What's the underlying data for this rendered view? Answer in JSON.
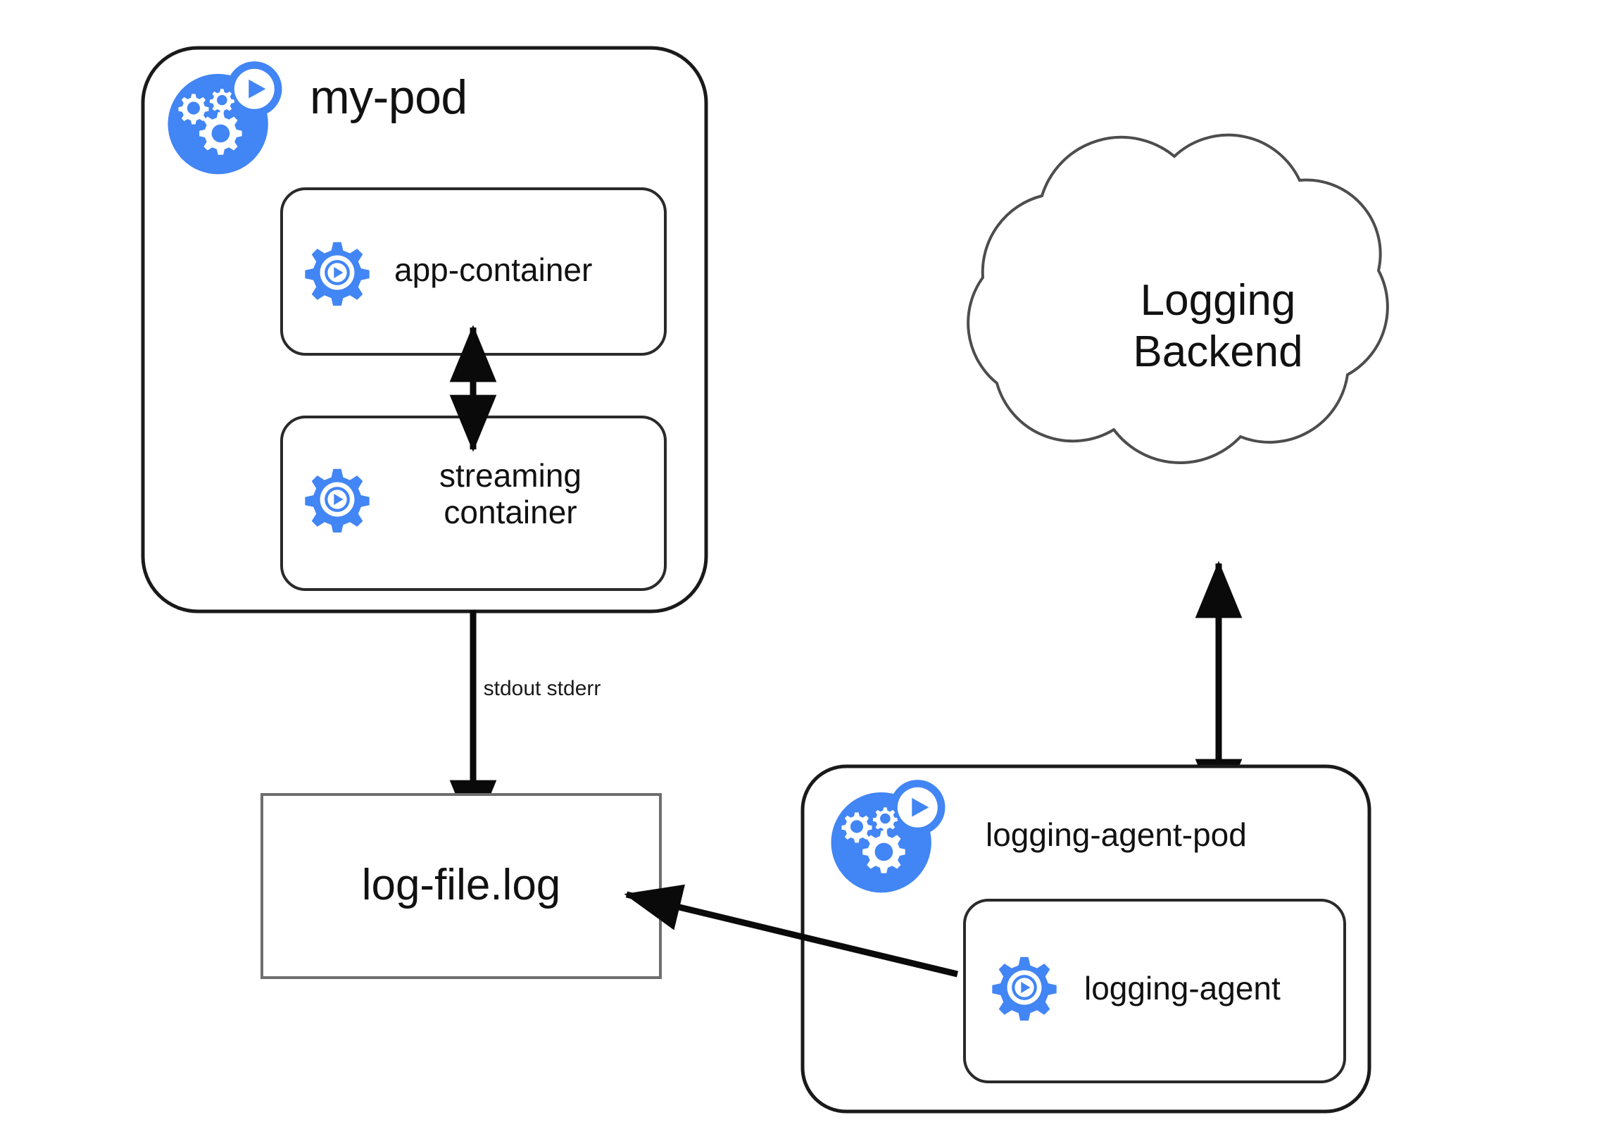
{
  "diagram": {
    "title": "Kubernetes streaming sidecar logging architecture",
    "background_color": "#ffffff",
    "accent_color": "#4285f4",
    "stroke_color": "#1a1a1a",
    "thin_stroke_color": "#6e6e6e"
  },
  "pods": [
    {
      "id": "my-pod",
      "label": "my-pod",
      "icon": "pod-icon",
      "containers": [
        {
          "id": "app-container",
          "label": "app-container",
          "icon": "container-icon"
        },
        {
          "id": "streaming-container",
          "label": "streaming\ncontainer",
          "icon": "container-icon"
        }
      ]
    },
    {
      "id": "logging-agent-pod",
      "label": "logging-agent-pod",
      "icon": "pod-icon",
      "containers": [
        {
          "id": "logging-agent",
          "label": "logging-agent",
          "icon": "container-icon"
        }
      ]
    }
  ],
  "cloud": {
    "id": "logging-backend",
    "label": "Logging\nBackend",
    "shape": "cloud"
  },
  "file_node": {
    "id": "log-file",
    "label": "log-file.log",
    "shape": "rectangle"
  },
  "edges": [
    {
      "id": "app-to-streaming",
      "from": "app-container",
      "to": "streaming-container",
      "arrow": "double",
      "label": ""
    },
    {
      "id": "pod-to-logfile",
      "from": "my-pod",
      "to": "log-file",
      "arrow": "single-down",
      "label": "stdout\nstderr"
    },
    {
      "id": "logging-agent-to-logfile",
      "from": "logging-agent",
      "to": "log-file",
      "arrow": "single-left",
      "label": ""
    },
    {
      "id": "backend-to-agent-pod",
      "from": "logging-backend",
      "to": "logging-agent-pod",
      "arrow": "double",
      "label": ""
    }
  ],
  "icons": {
    "pod_icon_name": "pod-icon",
    "container_icon_name": "container-icon"
  }
}
